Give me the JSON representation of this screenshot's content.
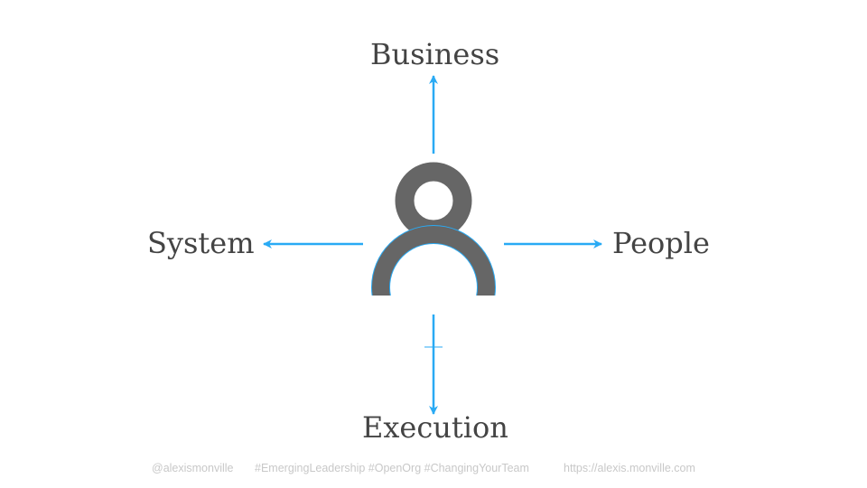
{
  "labels": {
    "top": "Business",
    "left": "System",
    "right": "People",
    "bottom": "Execution"
  },
  "footer": {
    "handle": "@alexismonville",
    "hashtags": "#EmergingLeadership #OpenOrg #ChangingYourTeam",
    "url": "https://alexis.monville.com"
  },
  "colors": {
    "arrow": "#29aaf4",
    "icon": "#666666",
    "text": "#444444"
  },
  "icon": "person-icon"
}
